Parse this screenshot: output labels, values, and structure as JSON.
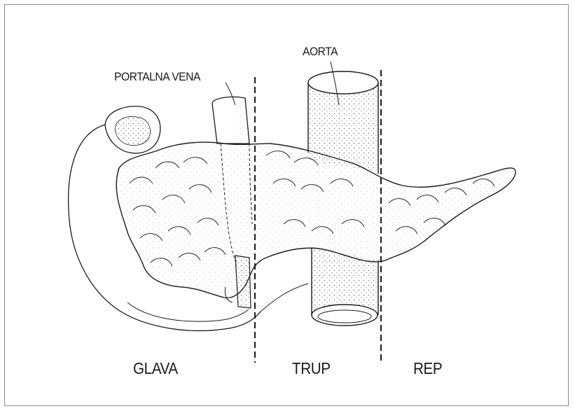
{
  "labels": {
    "portal_vein": "PORTALNA VENA",
    "aorta": "AORTA",
    "head": "GLAVA",
    "body": "TRUP",
    "tail": "REP"
  },
  "colors": {
    "ink": "#1a1a1a",
    "shade": "#9a9a9a",
    "frame": "#8a8a8a"
  }
}
